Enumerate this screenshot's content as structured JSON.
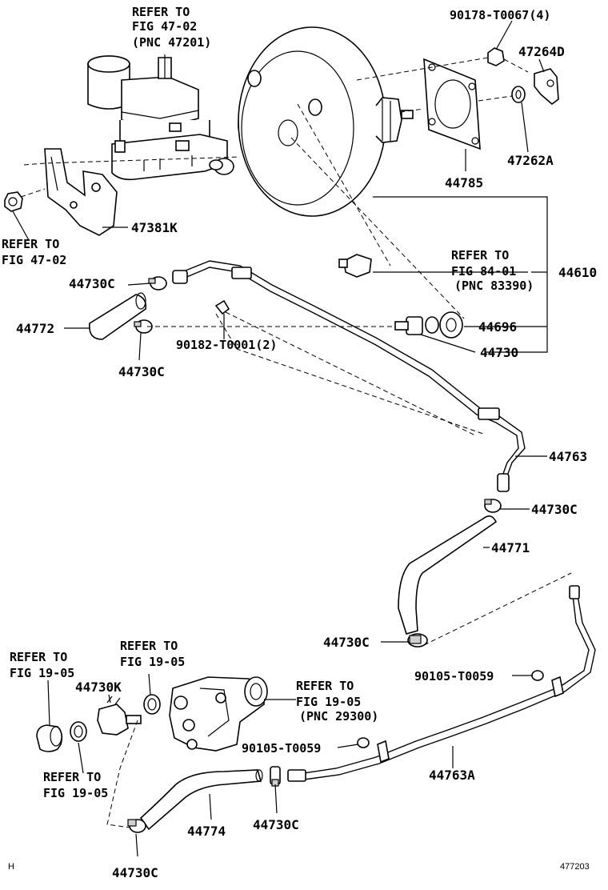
{
  "labels": {
    "ref_47_02_a": [
      "REFER TO",
      "FIG 47-02",
      "(PNC 47201)"
    ],
    "p90178": "90178-T0067(4)",
    "p47264d": "47264D",
    "p47262a": "47262A",
    "p44785": "44785",
    "p47381k": "47381K",
    "ref_47_02_b": [
      "REFER TO",
      "FIG 47-02"
    ],
    "ref_84_01": [
      "REFER TO",
      "FIG 84-01",
      "(PNC 83390)"
    ],
    "p44610": "44610",
    "p44730c_1": "44730C",
    "p44772": "44772",
    "p90182": "90182-T0001(2)",
    "p44696": "44696",
    "p44730": "44730",
    "p44730c_2": "44730C",
    "p44763": "44763",
    "p44730c_3": "44730C",
    "p44771": "44771",
    "p44730c_4": "44730C",
    "ref_19_05_a": [
      "REFER TO",
      "FIG 19-05"
    ],
    "ref_19_05_b": [
      "REFER TO",
      "FIG 19-05"
    ],
    "p44730k": "44730K",
    "ref_19_05_c": [
      "REFER TO",
      "FIG 19-05",
      "(PNC 29300)"
    ],
    "p90105_a": "90105-T0059",
    "p90105_b": "90105-T0059",
    "p44763a": "44763A",
    "ref_19_05_d": [
      "REFER TO",
      "FIG 19-05"
    ],
    "p44774": "44774",
    "p44730c_5": "44730C",
    "p44730c_6": "44730C",
    "corner_left": "H",
    "corner_right": "477203"
  }
}
